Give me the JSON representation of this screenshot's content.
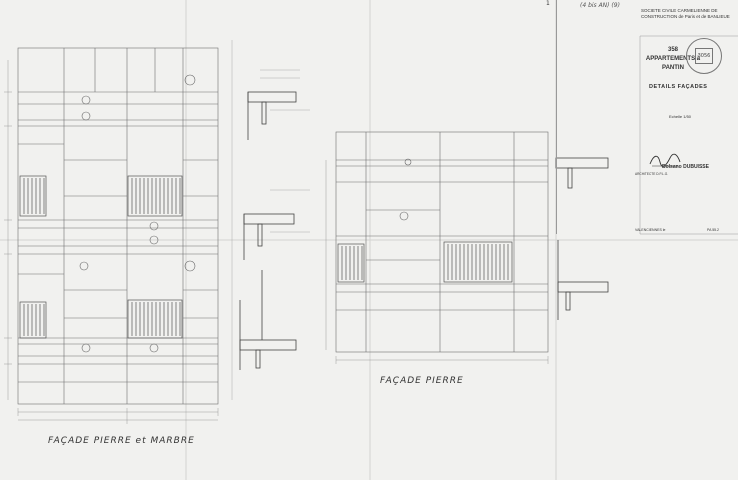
{
  "drawing": {
    "label_left": "FAÇADE PIERRE et MARBRE",
    "label_right": "FAÇADE PIERRE",
    "sheet_number": "1",
    "header_ref": "(4 bis AN) (9)"
  },
  "title_block": {
    "company_name": "SOCIETE CIVILE CARMELIENNE DE CONSTRUCTION de Paris et de BANLIEUE",
    "project_title": "358 APPARTEMENTS à PANTIN",
    "sheet_title": "DETAILS FAÇADES",
    "scale": "Echelle 1/50",
    "architect_name": "Bolsano DUBUISSE",
    "architect_details": "ARCHITECTE D.P.L.G.",
    "footer_date": "VALENCIENNES le",
    "footer_ref": "PA 55.2",
    "stamp_text": "3056"
  }
}
